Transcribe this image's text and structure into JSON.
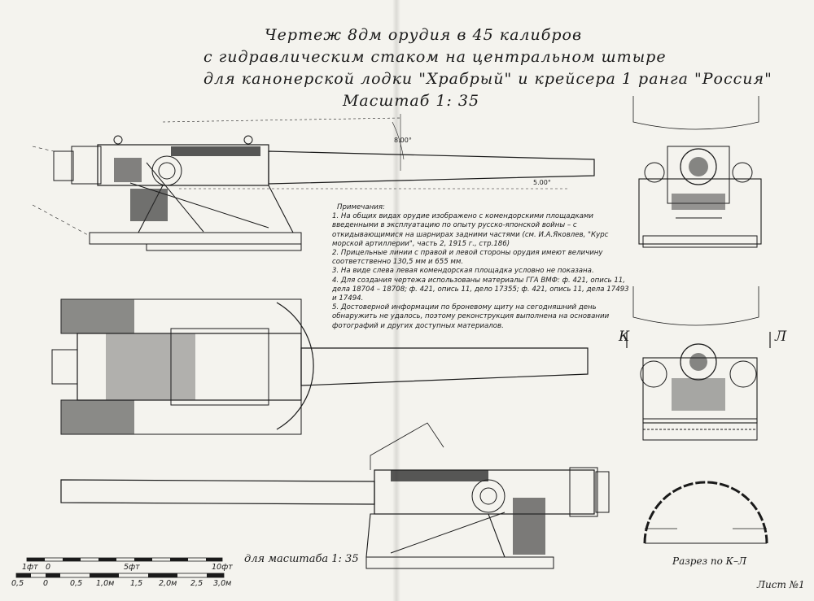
{
  "title": {
    "line1": "Чертеж 8дм орудия в 45 калибров",
    "line2": "с гидравлическим стаком на центральном штыре",
    "line3": "для канонерской лодки \"Храбрый\" и крейсера 1 ранга \"Россия\"",
    "scale": "Масштаб 1: 35"
  },
  "dimensions": {
    "elevation": "8.00°",
    "depression": "5.00°"
  },
  "notes": {
    "heading": "Примечания:",
    "items": [
      "1. На общих видах орудие изображено с комендорскими площадками введенными в эксплуатацию по опыту русско-японской войны – с откидывающимися на шарнирах задними частями (см. И.А.Яковлев, \"Курс морской артиллерии\", часть 2, 1915 г., стр.186)",
      "2. Прицельные линии с правой и левой стороны орудия имеют величину соответственно 130,5 мм и 655 мм.",
      "3. На виде слева левая комендорская площадка условно не показана.",
      "4. Для создания чертежа использованы материалы ГГА ВМФ: ф. 421, опись 11, дела 18704 – 18708; ф. 421, опись 11, дело 17355; ф. 421, опись 11, дела 17493 и 17494.",
      "5. Достоверной информации по броневому щиту на сегодняшний день обнаружить не удалось, поэтому реконструкция выполнена на основании фотографий и других доступных материалов."
    ]
  },
  "section_labels": {
    "k": "К",
    "l": "Л",
    "section_caption": "Разрез по К–Л"
  },
  "scale_bar": {
    "feet_ticks": [
      "1фт",
      "0",
      "5фт",
      "10фт"
    ],
    "meter_ticks": [
      "0,5",
      "0",
      "0,5",
      "1,0м",
      "1,5",
      "2,0м",
      "2,5",
      "3,0м"
    ],
    "caption": "для масштаба 1: 35"
  },
  "sheet_label": "Лист №1"
}
